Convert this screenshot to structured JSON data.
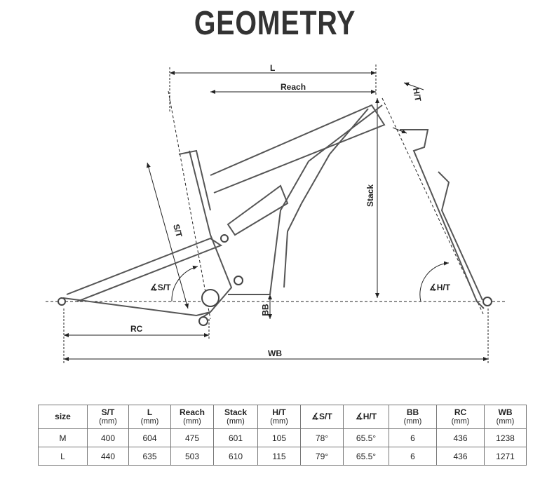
{
  "title": "GEOMETRY",
  "labels": {
    "L": "L",
    "reach": "Reach",
    "ht": "H/T",
    "stack": "Stack",
    "st": "S/T",
    "st_angle": "∡S/T",
    "ht_angle": "∡H/T",
    "bb": "BB",
    "rc": "RC",
    "wb": "WB"
  },
  "table": {
    "headers": [
      {
        "name": "size",
        "unit": ""
      },
      {
        "name": "S/T",
        "unit": "(mm)"
      },
      {
        "name": "L",
        "unit": "(mm)"
      },
      {
        "name": "Reach",
        "unit": "(mm)"
      },
      {
        "name": "Stack",
        "unit": "(mm)"
      },
      {
        "name": "H/T",
        "unit": "(mm)"
      },
      {
        "name": "∡S/T",
        "unit": ""
      },
      {
        "name": "∡H/T",
        "unit": ""
      },
      {
        "name": "BB",
        "unit": "(mm)"
      },
      {
        "name": "RC",
        "unit": "(mm)"
      },
      {
        "name": "WB",
        "unit": "(mm)"
      }
    ],
    "rows": [
      [
        "M",
        "400",
        "604",
        "475",
        "601",
        "105",
        "78°",
        "65.5°",
        "6",
        "436",
        "1238"
      ],
      [
        "L",
        "440",
        "635",
        "503",
        "610",
        "115",
        "79°",
        "65.5°",
        "6",
        "436",
        "1271"
      ]
    ]
  }
}
